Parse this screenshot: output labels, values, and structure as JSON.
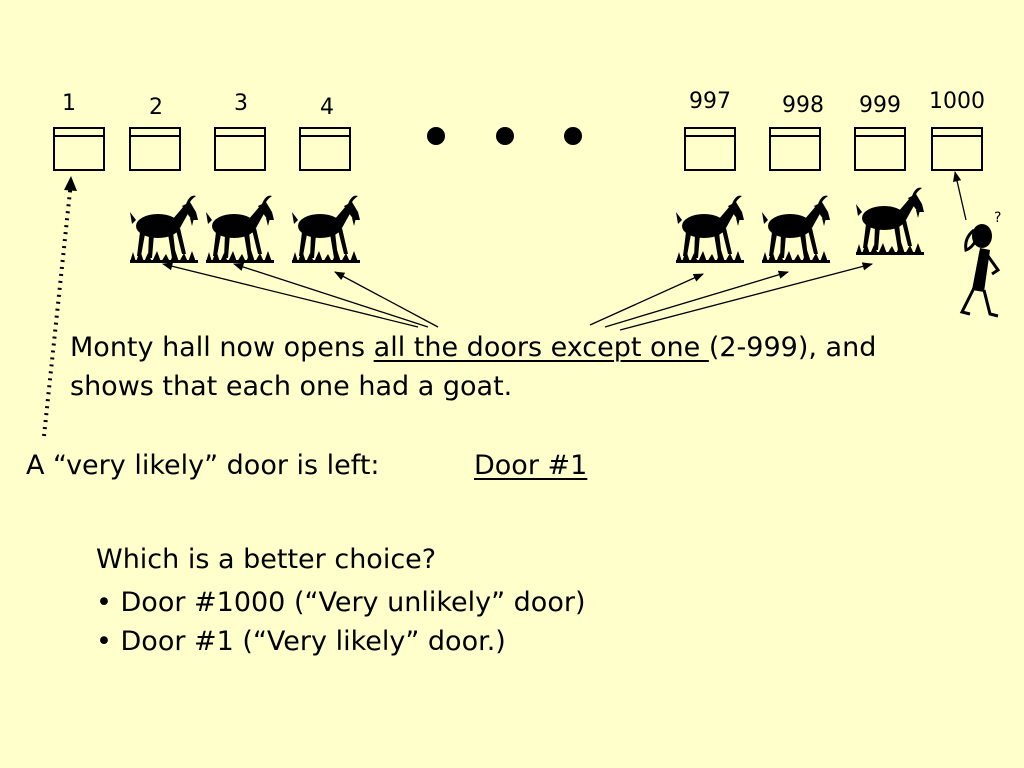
{
  "doors": [
    {
      "label": "1"
    },
    {
      "label": "2"
    },
    {
      "label": "3"
    },
    {
      "label": "4"
    },
    {
      "label": "997"
    },
    {
      "label": "998"
    },
    {
      "label": "999"
    },
    {
      "label": "1000"
    }
  ],
  "text": {
    "line1_pre": "Monty hall now opens ",
    "line1_underlined": "all the doors except one ",
    "line1_post": "(2-999), and",
    "line2": "shows that each one had a goat.",
    "likely_label": "A “very likely” door is left:",
    "likely_door": "Door #1",
    "question": "Which is a better choice?",
    "option1": "• Door #1000 (“Very unlikely” door)",
    "option2": "• Door #1 (“Very likely” door.)"
  },
  "person_thought": "?",
  "colors": {
    "background": "#FFFFCC",
    "ink": "#000000"
  }
}
